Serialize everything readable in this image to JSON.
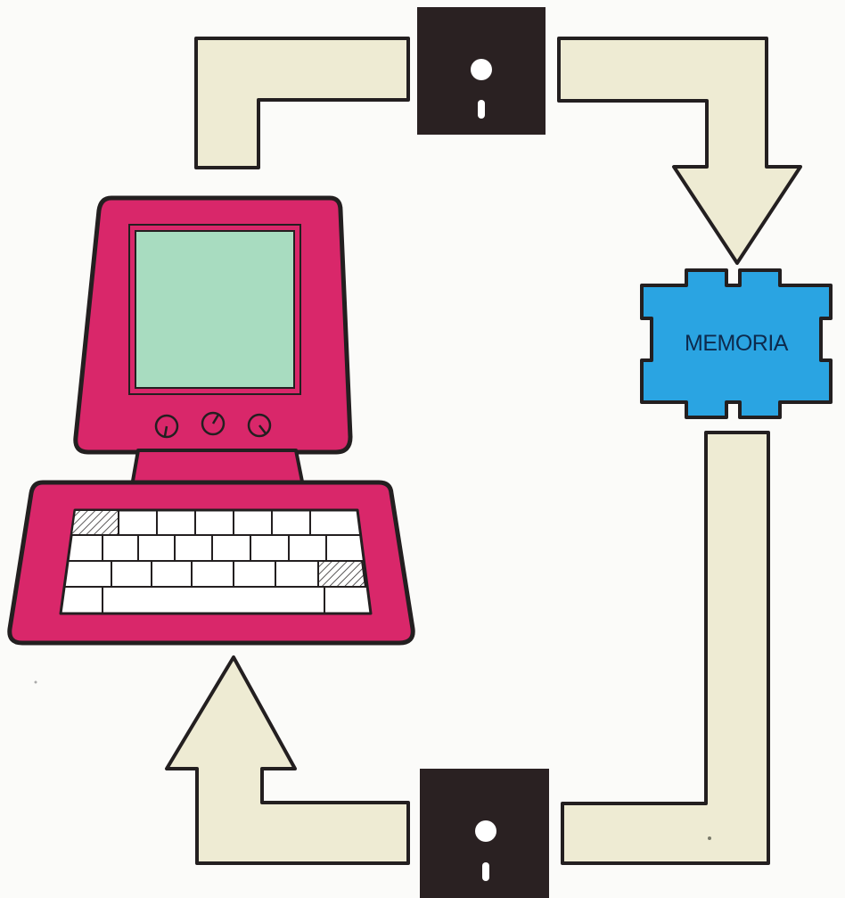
{
  "diagram": {
    "memory_label": "MEMORIA",
    "nodes": [
      {
        "id": "computer",
        "icon": "computer-icon"
      },
      {
        "id": "disk_top",
        "icon": "floppy-disk-icon"
      },
      {
        "id": "memory",
        "icon": "memory-chip-icon"
      },
      {
        "id": "disk_bottom",
        "icon": "floppy-disk-icon"
      }
    ],
    "flow": [
      [
        "computer",
        "disk_top"
      ],
      [
        "disk_top",
        "memory"
      ],
      [
        "memory",
        "disk_bottom"
      ],
      [
        "disk_bottom",
        "computer"
      ]
    ]
  },
  "colors": {
    "arrow_fill": "#eeebd3",
    "outline": "#231f20",
    "computer_body": "#d9276a",
    "screen": "#a8dcc0",
    "memory_chip": "#2aa4e2",
    "memory_text": "#0d2a4d",
    "key_fill": "#ffffff",
    "disk": "#2a2122",
    "disk_hole": "#ffffff",
    "background": "#fbfbf9"
  }
}
